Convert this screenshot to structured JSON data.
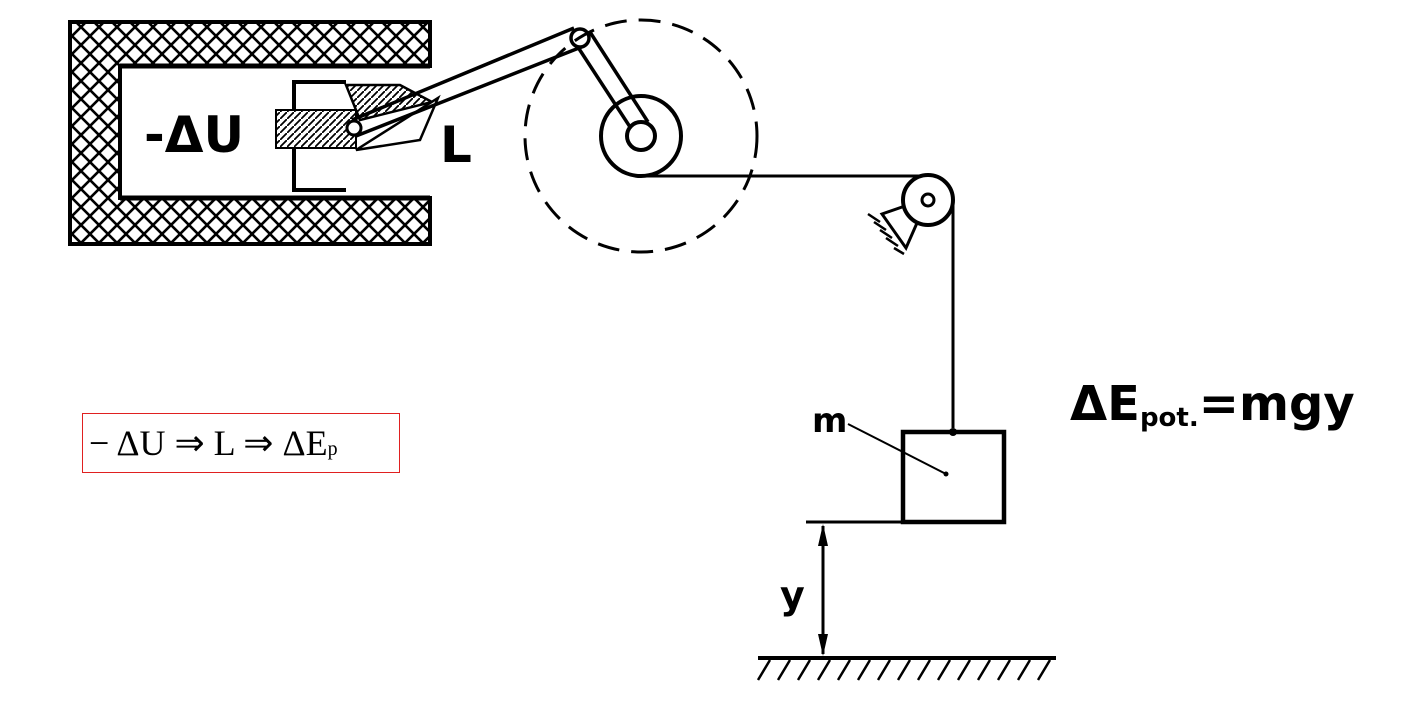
{
  "labels": {
    "delta_u": "-ΔU",
    "work": "L",
    "mass": "m",
    "height": "y",
    "potential_energy_main": "ΔE",
    "potential_energy_sub": "pot.",
    "potential_energy_rhs": "=mgy"
  },
  "formula": {
    "text": "− ΔU ⇒ L ⇒ ΔE",
    "subscript": "p",
    "border_color": "#e02020"
  },
  "colors": {
    "ink": "#000000",
    "background": "#ffffff"
  }
}
